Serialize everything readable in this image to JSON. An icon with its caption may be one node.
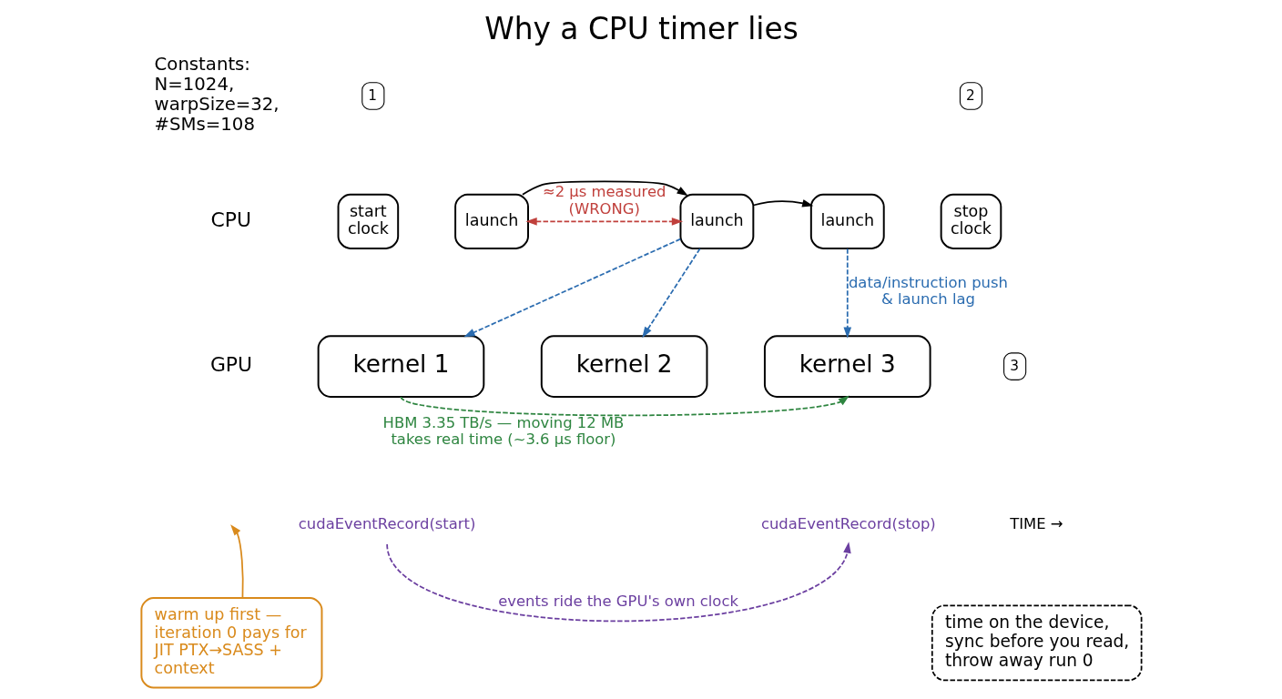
{
  "diagram": {
    "title": "Why a CPU timer lies",
    "nodes": [
      {
        "text": [
          "start clock"
        ]
      },
      {
        "text": [
          "launch"
        ]
      },
      {
        "text": [
          "launch"
        ]
      },
      {
        "text": [
          "launch"
        ]
      },
      {
        "text": [
          "stop clock"
        ]
      },
      {
        "text": [
          "kernel 1"
        ]
      },
      {
        "text": [
          "kernel 2"
        ]
      },
      {
        "text": [
          "kernel 3"
        ]
      },
      {
        "text": [
          "warm up first — iteration 0 pays for JIT PTX→SASS + context"
        ]
      },
      {
        "text": [
          "time on the device, sync before you read, throw away run 0"
        ]
      },
      {
        "text": [
          "cudaEventRecord(start)"
        ]
      },
      {
        "text": [
          "cudaEventRecord(stop)"
        ]
      }
    ],
    "edges": [
      {
        "from": 1,
        "to": 2,
        "arrow": "to",
        "color": "#000000"
      },
      {
        "from": 2,
        "to": 3,
        "arrow": "to",
        "color": "#000000"
      },
      {
        "from": 1,
        "to": 2,
        "arrow": "both",
        "label": "≈2 µs measured (WRONG)",
        "style": "dashed",
        "color": "#c0403c"
      },
      {
        "from": 2,
        "to": 5,
        "arrow": "to",
        "style": "dashed",
        "color": "#2b6cb0"
      },
      {
        "from": 2,
        "to": 6,
        "arrow": "to",
        "style": "dashed",
        "color": "#2b6cb0"
      },
      {
        "from": 3,
        "to": 7,
        "arrow": "to",
        "label": "data/instruction push & launch lag",
        "style": "dashed",
        "color": "#2b6cb0"
      },
      {
        "from": 5,
        "to": 7,
        "arrow": "to",
        "label": "HBM 3.35 TB/s — moving 12 MB takes real time (~3.6 µs floor)",
        "style": "dashed",
        "color": "#2e8540"
      },
      {
        "from": 10,
        "to": 11,
        "arrow": "to",
        "label": "events ride the GPU's own clock",
        "style": "dashed",
        "color": "#6b3fa0"
      },
      {
        "from": 8,
        "to": null,
        "arrow": "to",
        "color": "#d98a1c"
      }
    ],
    "labels": [
      "Constants: N=1024, warpSize=32, #SMs=108",
      "1",
      "2",
      "CPU",
      "GPU",
      "3",
      "TIME →"
    ]
  }
}
